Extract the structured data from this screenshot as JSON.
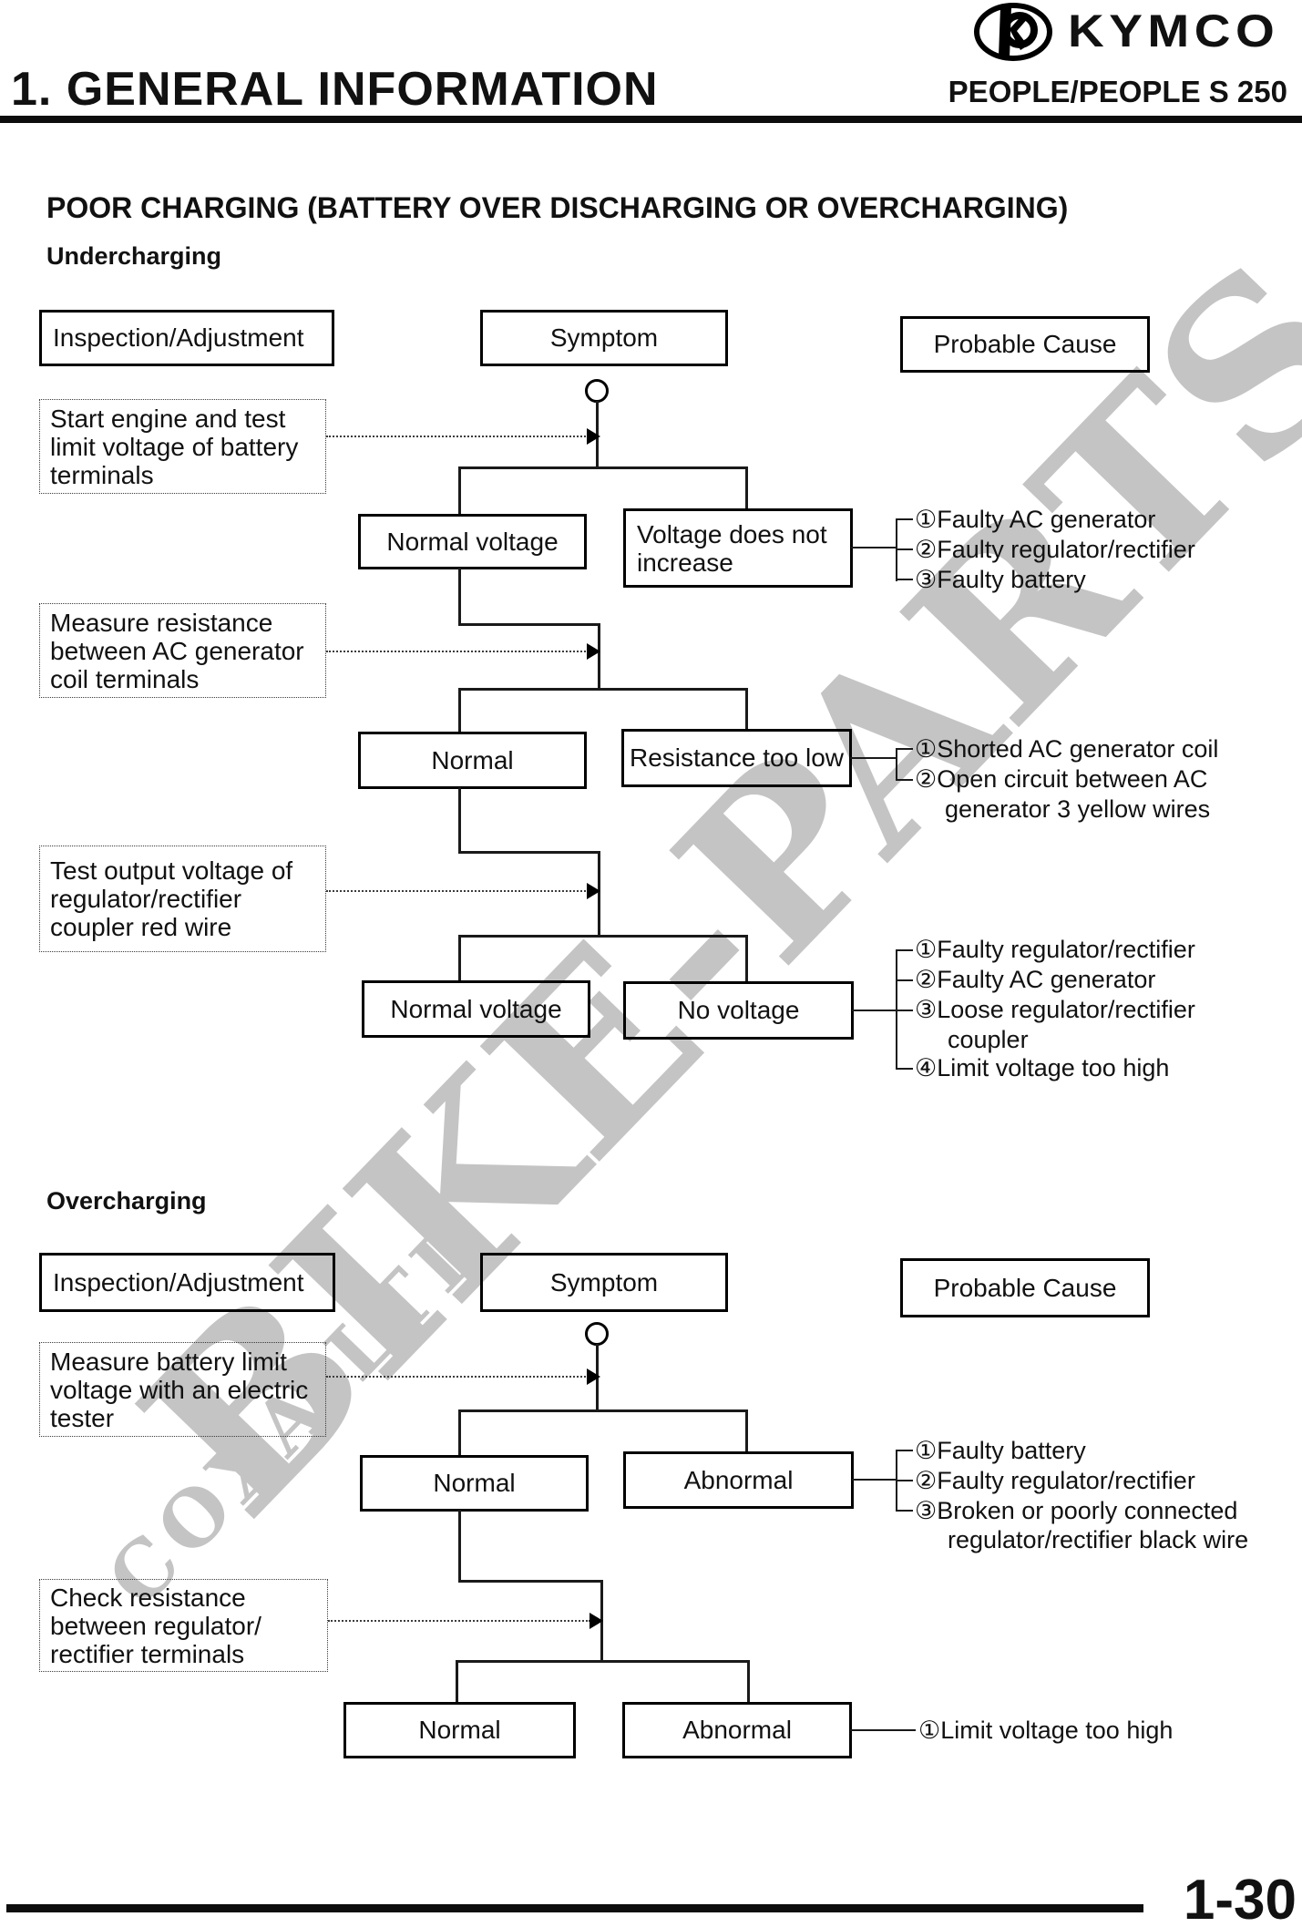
{
  "header": {
    "chapter_title": "1. GENERAL INFORMATION",
    "brand": "KYMCO",
    "model": "PEOPLE/PEOPLE S 250"
  },
  "watermark": {
    "primary": "BIKE-PARTS",
    "secondary": "COXA LTD"
  },
  "page": {
    "title": "POOR CHARGING (BATTERY OVER DISCHARGING OR OVERCHARGING)",
    "number": "1-30"
  },
  "column_headers": {
    "inspection": "Inspection/Adjustment",
    "symptom": "Symptom",
    "probable_cause": "Probable Cause"
  },
  "undercharging": {
    "heading": "Undercharging",
    "steps": [
      {
        "instruction": [
          "Start engine and test",
          "limit voltage of battery",
          "terminals"
        ],
        "ok": "Normal voltage",
        "bad": [
          "Voltage does not",
          "increase"
        ],
        "causes": [
          "①Faulty AC generator",
          "②Faulty regulator/rectifier",
          "③Faulty battery"
        ]
      },
      {
        "instruction": [
          "Measure resistance",
          "between AC generator",
          "coil terminals"
        ],
        "ok": "Normal",
        "bad": [
          "Resistance too low"
        ],
        "causes": [
          "①Shorted AC generator coil",
          "②Open circuit between AC",
          "generator 3 yellow wires"
        ]
      },
      {
        "instruction": [
          "Test output voltage of",
          "regulator/rectifier",
          "coupler red wire"
        ],
        "ok": "Normal voltage",
        "bad": [
          "No voltage"
        ],
        "causes": [
          "①Faulty regulator/rectifier",
          "②Faulty AC generator",
          "③Loose regulator/rectifier",
          "coupler",
          "④Limit voltage too high"
        ]
      }
    ]
  },
  "overcharging": {
    "heading": "Overcharging",
    "steps": [
      {
        "instruction": [
          "Measure battery limit",
          "voltage with an electric",
          "tester"
        ],
        "ok": "Normal",
        "bad": [
          "Abnormal"
        ],
        "causes": [
          "①Faulty battery",
          "②Faulty regulator/rectifier",
          "③Broken or poorly connected",
          "regulator/rectifier black wire"
        ]
      },
      {
        "instruction": [
          "Check resistance",
          "between regulator/",
          "rectifier terminals"
        ],
        "ok": "Normal",
        "bad": [
          "Abnormal"
        ],
        "causes": [
          "①Limit voltage too high"
        ]
      }
    ]
  }
}
